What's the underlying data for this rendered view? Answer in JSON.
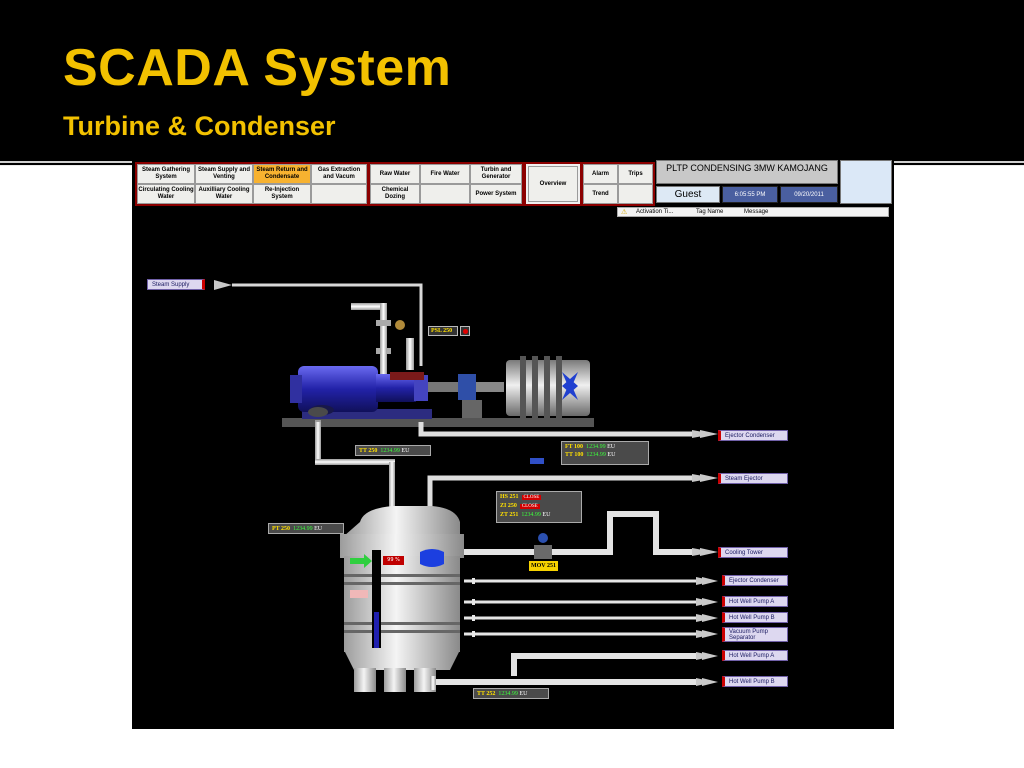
{
  "slide": {
    "title": "SCADA System",
    "subtitle": "Turbine & Condenser"
  },
  "nav": {
    "group1": [
      {
        "label": "Steam Gathering System",
        "active": false
      },
      {
        "label": "Steam Supply and Venting",
        "active": false
      },
      {
        "label": "Steam Return and Condensate",
        "active": true
      },
      {
        "label": "Gas Extraction and Vacum",
        "active": false
      },
      {
        "label": "Circulating Cooling Water",
        "active": false
      },
      {
        "label": "Auxilliary Cooling Water",
        "active": false
      },
      {
        "label": "Re-Injection System",
        "active": false
      },
      {
        "label": "",
        "active": false
      }
    ],
    "group2": [
      {
        "label": "Raw Water"
      },
      {
        "label": "Fire Water"
      },
      {
        "label": "Turbin and Generator"
      },
      {
        "label": "Chemical Dozing"
      },
      {
        "label": ""
      },
      {
        "label": "Power System"
      }
    ],
    "overview": "Overview",
    "group3": [
      {
        "label": "Alarm"
      },
      {
        "label": "Trips"
      },
      {
        "label": "Trend"
      },
      {
        "label": ""
      }
    ]
  },
  "header": {
    "plant_title": "PLTP CONDENSING 3MW KAMOJANG",
    "user": "Guest",
    "time": "6:05:55 PM",
    "date": "09/20/2011"
  },
  "alarm_table": {
    "columns": [
      "Activation Ti...",
      "Tag Name",
      "Message"
    ]
  },
  "sources": {
    "steam_supply": "Steam Supply"
  },
  "destinations": [
    {
      "label": "Ejector Condenser"
    },
    {
      "label": "Steam Ejector"
    },
    {
      "label": "Cooling Tower"
    },
    {
      "label": "Ejector Condenser"
    },
    {
      "label": "Hot Well Pump A"
    },
    {
      "label": "Hot Well Pump B"
    },
    {
      "label": "Vacuum Pump Separator"
    },
    {
      "label": "Hot Well Pump A"
    },
    {
      "label": "Hot Well Pump B"
    }
  ],
  "tags": {
    "psl_250": {
      "name": "PSL 250",
      "status_color": "#e00000"
    },
    "tt_250": {
      "name": "TT 250",
      "value": "1234.99",
      "unit": "EU"
    },
    "ft_100": {
      "name": "FT 100",
      "value": "1234.99",
      "unit": "EU"
    },
    "tt_100": {
      "name": "TT 100",
      "value": "1234.99",
      "unit": "EU"
    },
    "hs_251": {
      "name": "HS 251",
      "state": "CLOSE"
    },
    "zi_250": {
      "name": "ZI 250",
      "state": "CLOSE"
    },
    "zt_251": {
      "name": "ZT 251",
      "value": "1234.99",
      "unit": "EU"
    },
    "pt_250": {
      "name": "PT 250",
      "value": "1234.99",
      "unit": "EU"
    },
    "tt_252": {
      "name": "TT 252",
      "value": "1234.99",
      "unit": "EU"
    },
    "mov_251": {
      "name": "MOV 251"
    },
    "condenser_level": {
      "value": "99 %"
    }
  },
  "colors": {
    "title": "#f2c100",
    "pipe": "#e6e6e6",
    "turbine": "#2a2aa8",
    "tag_name": "#ffe000",
    "tag_value": "#3cff3c",
    "alarm": "#d00000"
  }
}
